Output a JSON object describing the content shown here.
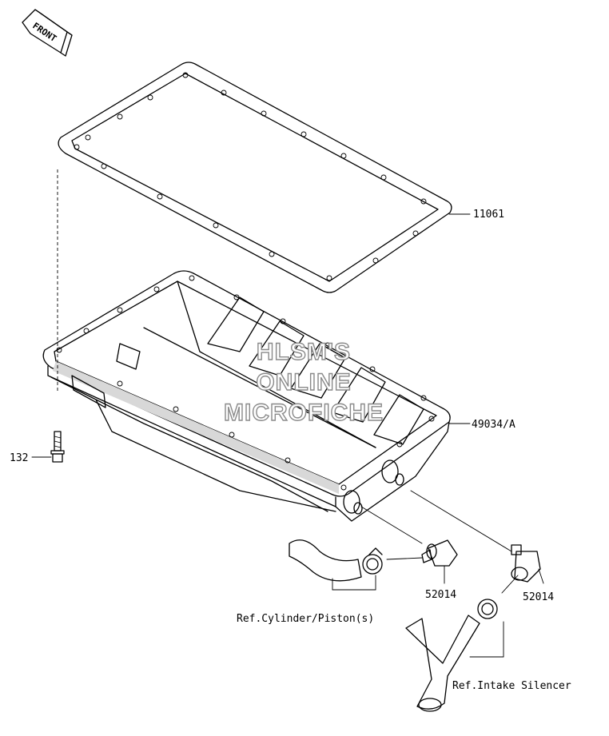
{
  "front_badge": "FRONT",
  "watermark": [
    "HLSM'S",
    "ONLINE",
    "MICROFICHE"
  ],
  "parts": {
    "gasket": "11061",
    "oil_pan": "49034/A",
    "bolt": "132",
    "fitting_left": "52014",
    "fitting_right": "52014"
  },
  "references": {
    "cylinder": "Ref.Cylinder/Piston(s)",
    "intake": "Ref.Intake Silencer"
  }
}
